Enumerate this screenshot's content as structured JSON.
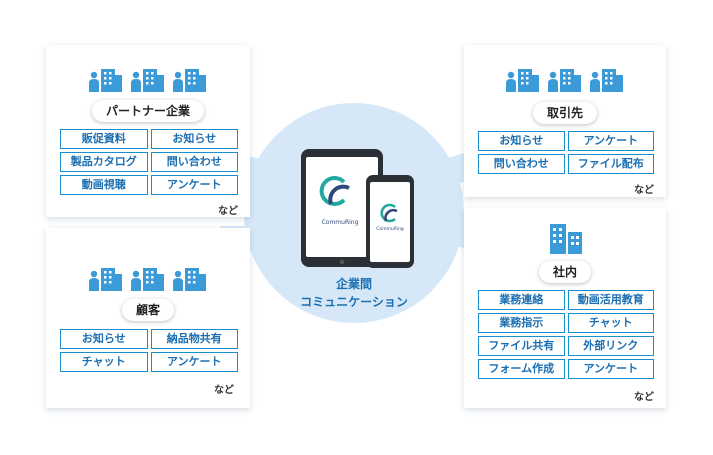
{
  "center": {
    "line1": "企業間",
    "line2": "コミュニケーション",
    "tablet_logo_text": "CommuRing",
    "phone_logo_text": "CommuRing"
  },
  "cards": {
    "partner": {
      "title": "パートナー企業",
      "items": [
        "販促資料",
        "お知らせ",
        "製品カタログ",
        "問い合わせ",
        "動画視聴",
        "アンケート"
      ],
      "more": "など"
    },
    "client": {
      "title": "取引先",
      "items": [
        "お知らせ",
        "アンケート",
        "問い合わせ",
        "ファイル配布"
      ],
      "more": "など"
    },
    "customer": {
      "title": "顧客",
      "items": [
        "お知らせ",
        "納品物共有",
        "チャット",
        "アンケート"
      ],
      "more": "など"
    },
    "internal": {
      "title": "社内",
      "items": [
        "業務連絡",
        "動画活用教育",
        "業務指示",
        "チャット",
        "ファイル共有",
        "外部リンク",
        "フォーム作成",
        "アンケート"
      ],
      "more": "など"
    }
  },
  "colors": {
    "accent": "#1b6fb2",
    "border": "#1a8fd0",
    "background_shape": "#d6e8f7",
    "icon": "#3b9ad8"
  }
}
